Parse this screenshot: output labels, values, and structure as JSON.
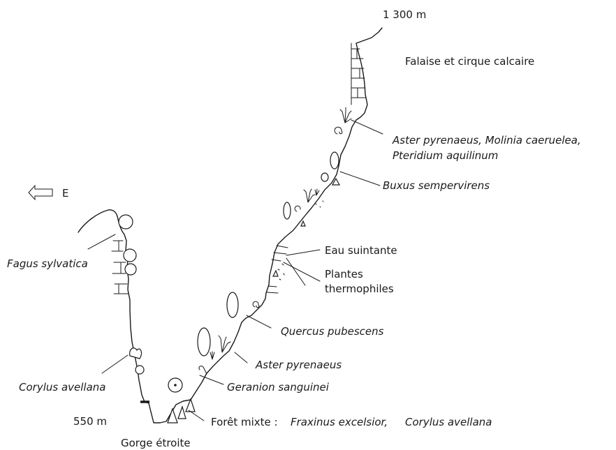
{
  "labels": {
    "altitude_top": "1 300 m",
    "altitude_bottom": "550 m",
    "direction": "E",
    "gorge": "Gorge étroite",
    "cliff": "Falaise et cirque calcaire",
    "aster_molinia_line1": "Aster pyrenaeus, Molinia caeruelea,",
    "aster_molinia_line2": "Pteridium aquilinum",
    "buxus": "Buxus sempervirens",
    "eau": "Eau suintante",
    "plantes_line1": "Plantes",
    "plantes_line2": "thermophiles",
    "quercus": "Quercus pubescens",
    "aster": "Aster pyrenaeus",
    "geranion": "Geranion sanguinei",
    "foret_prefix": "Forêt mixte : ",
    "fraxinus": "Fraxinus excelsior,",
    "corylus_foret": "Corylus avellana",
    "fagus": "Fagus sylvatica",
    "corylus_left": "Corylus avellana"
  }
}
